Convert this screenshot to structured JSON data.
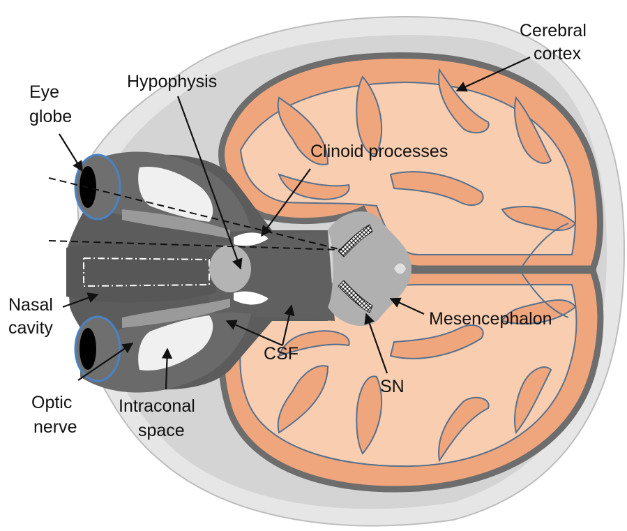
{
  "labels": {
    "cerebral_cortex": [
      "Cerebral",
      "cortex"
    ],
    "hypophysis": "Hypophysis",
    "eye_globe": [
      "Eye",
      "globe"
    ],
    "clinoid_processes": "Clinoid processes",
    "nasal_cavity": [
      "Nasal",
      "cavity"
    ],
    "mesencephalon": "Mesencephalon",
    "csf": "CSF",
    "sn": "SN",
    "optic_nerve": [
      "Optic",
      "nerve"
    ],
    "intraconal_space": [
      "Intraconal",
      "space"
    ]
  },
  "colors": {
    "scalp": "#e6e6e6",
    "skull": "#c9c9c9",
    "cortex_dark": "#f0a67c",
    "cortex_light": "#f8cdb0",
    "brain_border": "#6d6d6d",
    "midline": "#8a8a8a",
    "sulcus_line": "#55708e",
    "orbit_dark": "#5c5c5c",
    "eye_gray": "#808080",
    "eye_rim": "#4a82c4",
    "mesencephalon": "#b0b0b0",
    "hypophysis": "#b4b4b4",
    "csf_white": "#ffffff",
    "sn_hatch": "#222222"
  }
}
